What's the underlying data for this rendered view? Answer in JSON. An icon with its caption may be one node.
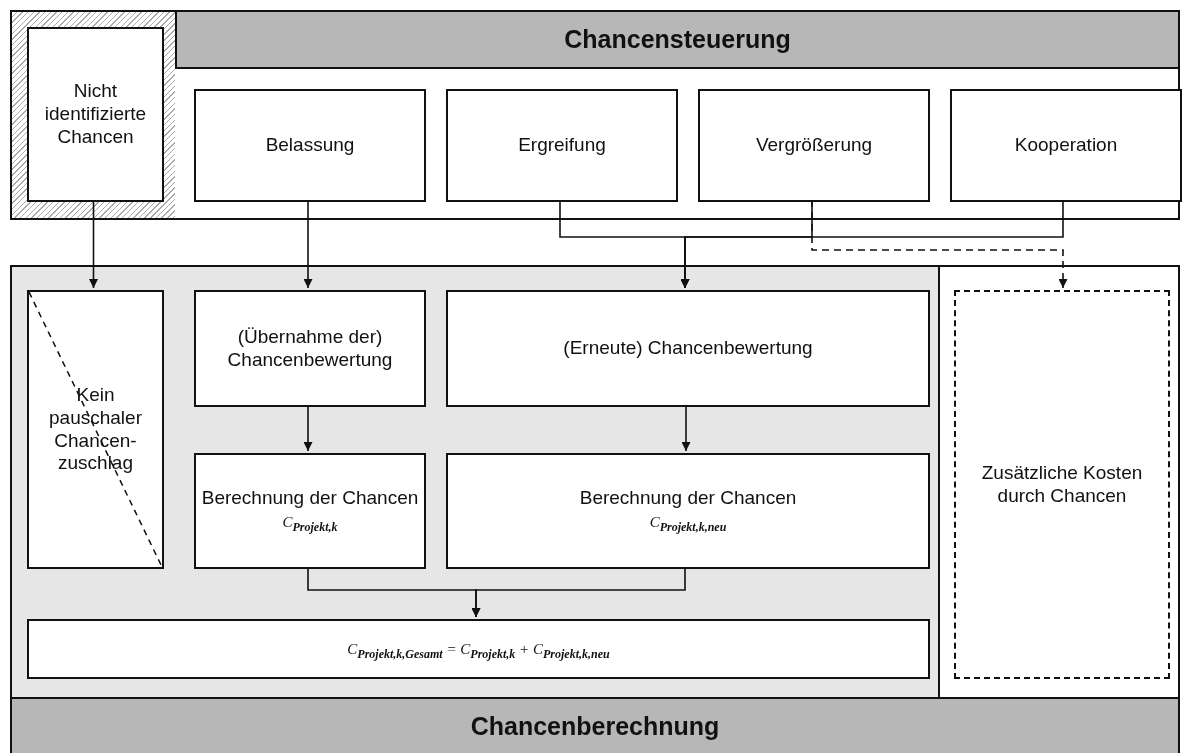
{
  "diagram": {
    "nodes": [
      {
        "text": [
          "Chancensteuerung"
        ]
      },
      {
        "text": [
          "Nicht identifizierte Chancen"
        ],
        "in": 0
      },
      {
        "text": [
          "Belassung"
        ],
        "in": 0
      },
      {
        "text": [
          "Ergreifung"
        ],
        "in": 0
      },
      {
        "text": [
          "Vergrößerung"
        ],
        "in": 0
      },
      {
        "text": [
          "Kooperation"
        ],
        "in": 0
      },
      {
        "text": [
          "Chancenberechnung"
        ]
      },
      {
        "text": [
          "Kein pauschaler Chancen- zuschlag"
        ],
        "in": 6
      },
      {
        "text": [
          "(Übernahme der) Chancenbewertung"
        ],
        "in": 6
      },
      {
        "text": [
          "(Erneute) Chancenbewertung"
        ],
        "in": 6
      },
      {
        "text": [
          "Berechnung der Chancen",
          "C$_{Projekt,k}$"
        ],
        "in": 6
      },
      {
        "text": [
          "Berechnung der Chancen",
          "C$_{Projekt,k,neu}$"
        ],
        "in": 6
      },
      {
        "text": [
          "C$_{Projekt,k,Gesamt}$ = C$_{Projekt,k}$ + C$_{Projekt,k,neu}$"
        ],
        "in": 6
      },
      {
        "text": [
          "Zusätzliche Kosten durch Chancen"
        ],
        "in": 6
      }
    ],
    "edges": [
      {
        "from": 1,
        "to": 7,
        "arrow": "to"
      },
      {
        "from": 2,
        "to": 8,
        "arrow": "to"
      },
      {
        "from": 3,
        "to": 9,
        "arrow": "to"
      },
      {
        "from": 4,
        "to": 9,
        "arrow": "to"
      },
      {
        "from": 5,
        "to": 9,
        "arrow": "to"
      },
      {
        "from": 4,
        "to": 13,
        "arrow": "to",
        "style": "dashed"
      },
      {
        "from": 8,
        "to": 10,
        "arrow": "to"
      },
      {
        "from": 9,
        "to": 11,
        "arrow": "to"
      },
      {
        "from": 10,
        "to": 12,
        "arrow": "to"
      },
      {
        "from": 11,
        "to": 12,
        "arrow": "to"
      }
    ]
  }
}
